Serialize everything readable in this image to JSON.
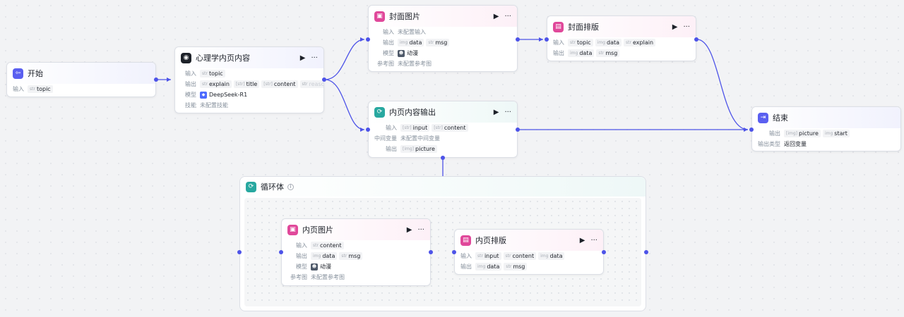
{
  "nodes": {
    "start": {
      "title": "开始",
      "input_label": "输入",
      "input_tags": [
        {
          "type": "str",
          "name": "topic"
        }
      ]
    },
    "psych": {
      "title": "心理学内页内容",
      "input_label": "输入",
      "output_label": "输出",
      "model_label": "模型",
      "skill_label": "技能",
      "skill_value": "未配置技能",
      "model_name": "DeepSeek-R1",
      "input_tags": [
        {
          "type": "str",
          "name": "topic"
        }
      ],
      "output_tags": [
        {
          "type": "str",
          "name": "explain"
        },
        {
          "type": "[str]",
          "name": "title"
        },
        {
          "type": "[str]",
          "name": "content"
        },
        {
          "type": "str",
          "name": "reaso"
        }
      ],
      "more": "···"
    },
    "cover_img": {
      "title": "封面图片",
      "input_label": "输入",
      "input_value": "未配置输入",
      "output_label": "输出",
      "model_label": "模型",
      "model_name": "动漫",
      "ref_label": "参考图",
      "ref_value": "未配置参考图",
      "output_tags": [
        {
          "type": "img",
          "name": "data"
        },
        {
          "type": "str",
          "name": "msg"
        }
      ]
    },
    "cover_layout": {
      "title": "封面排版",
      "input_label": "输入",
      "output_label": "输出",
      "input_tags": [
        {
          "type": "str",
          "name": "topic"
        },
        {
          "type": "img",
          "name": "data"
        },
        {
          "type": "str",
          "name": "explain"
        }
      ],
      "output_tags": [
        {
          "type": "img",
          "name": "data"
        },
        {
          "type": "str",
          "name": "msg"
        }
      ]
    },
    "inner_out": {
      "title": "内页内容输出",
      "input_label": "输入",
      "mid_label": "中间变量",
      "mid_value": "未配置中间变量",
      "output_label": "输出",
      "input_tags": [
        {
          "type": "[str]",
          "name": "input"
        },
        {
          "type": "[str]",
          "name": "content"
        }
      ],
      "output_tags": [
        {
          "type": "[img]",
          "name": "picture"
        }
      ]
    },
    "end": {
      "title": "结束",
      "output_label": "输出",
      "type_label": "输出类型",
      "type_value": "返回变量",
      "output_tags": [
        {
          "type": "[img]",
          "name": "picture"
        },
        {
          "type": "img",
          "name": "start"
        }
      ]
    },
    "loop": {
      "title": "循环体",
      "info": "i"
    },
    "inner_img": {
      "title": "内页图片",
      "input_label": "输入",
      "output_label": "输出",
      "model_label": "模型",
      "model_name": "动漫",
      "ref_label": "参考图",
      "ref_value": "未配置参考图",
      "input_tags": [
        {
          "type": "str",
          "name": "content"
        }
      ],
      "output_tags": [
        {
          "type": "img",
          "name": "data"
        },
        {
          "type": "str",
          "name": "msg"
        }
      ]
    },
    "inner_layout": {
      "title": "内页排版",
      "input_label": "输入",
      "output_label": "输出",
      "input_tags": [
        {
          "type": "str",
          "name": "input"
        },
        {
          "type": "str",
          "name": "content"
        },
        {
          "type": "img",
          "name": "data"
        }
      ],
      "output_tags": [
        {
          "type": "img",
          "name": "data"
        },
        {
          "type": "str",
          "name": "msg"
        }
      ]
    }
  },
  "actions": {
    "run": "▶",
    "more": "···"
  },
  "colors": {
    "edge": "#4d53e8",
    "start_icon": "#5a5ff0",
    "image_icon": "#e0489a",
    "loop_icon": "#28a8a0"
  }
}
